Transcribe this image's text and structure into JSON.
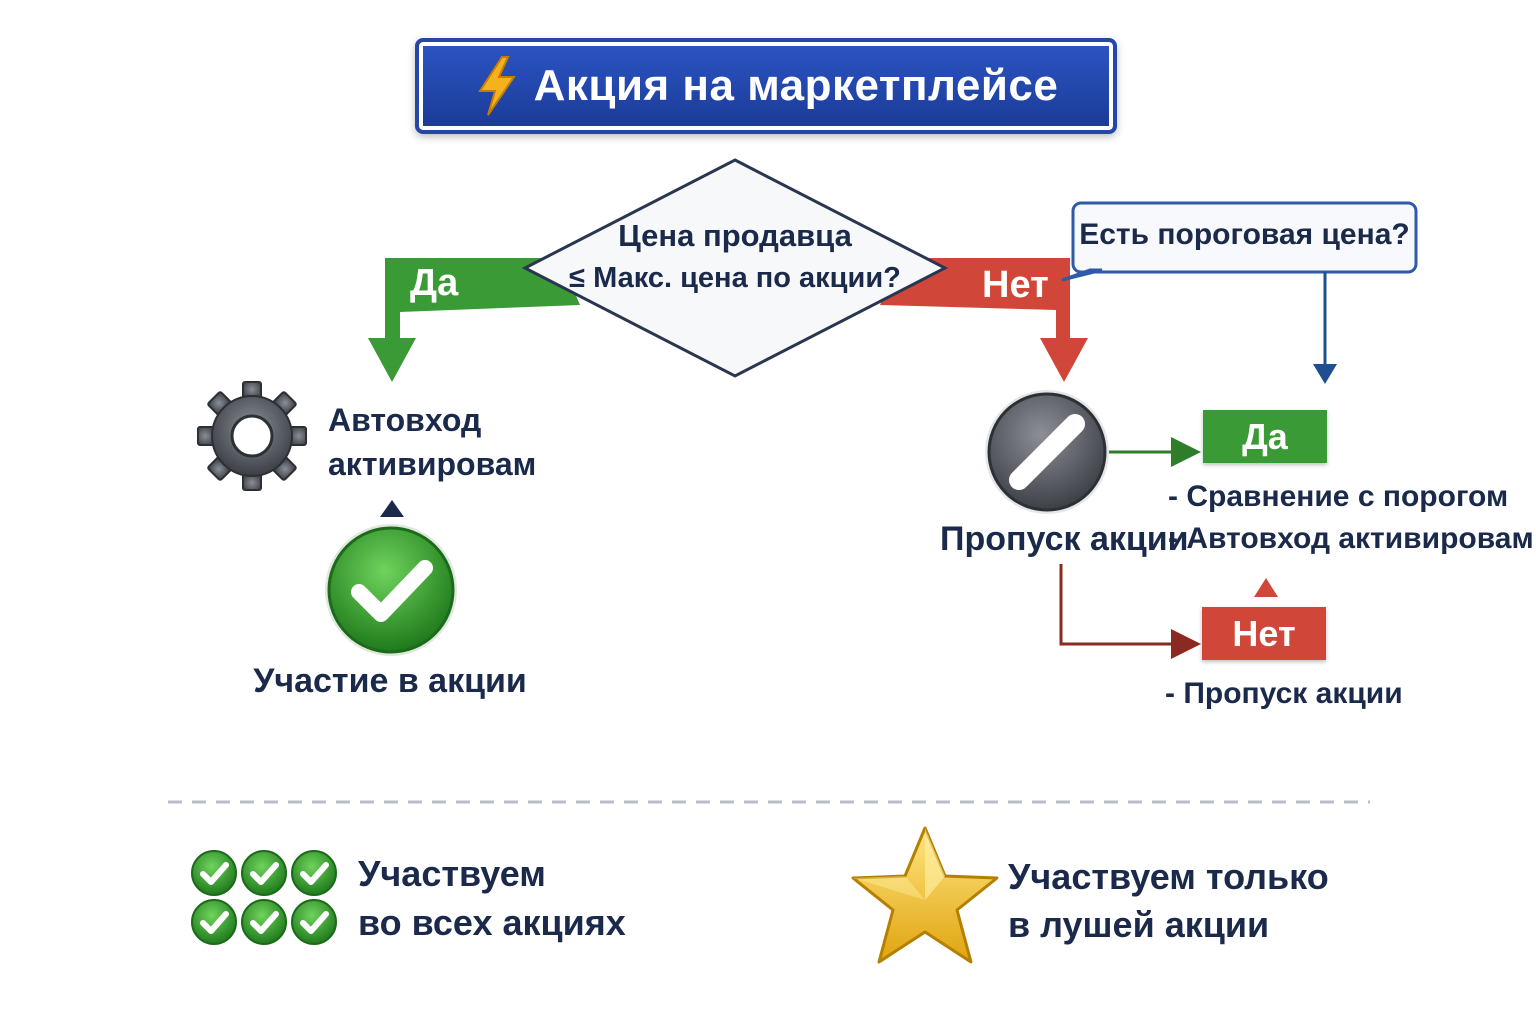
{
  "title": {
    "text": "Акция на маркетплейсе",
    "icon": "lightning-icon"
  },
  "decision": {
    "line1": "Цена продавца",
    "line2": "≤ Макс. цена по акции?"
  },
  "branch_yes": {
    "label": "Да",
    "color": "#3a9a35"
  },
  "branch_no": {
    "label": "Нет",
    "color": "#d0473a"
  },
  "left": {
    "gear_label_line1": "Автовход",
    "gear_label_line2": "активировам",
    "result_label": "Участие в акции"
  },
  "right": {
    "question": "Есть пороговая цена?",
    "skip_label": "Пропуск акции",
    "yes_tag": "Да",
    "yes_items": [
      "- Сравнение с порогом",
      "- Автовход активировам"
    ],
    "no_tag": "Нет",
    "no_items": [
      "- Пропуск акции"
    ]
  },
  "footer": {
    "left_line1": "Участвуем",
    "left_line2": "во всех акциях",
    "right_line1": "Участвуем только",
    "right_line2": "в лушей акции"
  }
}
